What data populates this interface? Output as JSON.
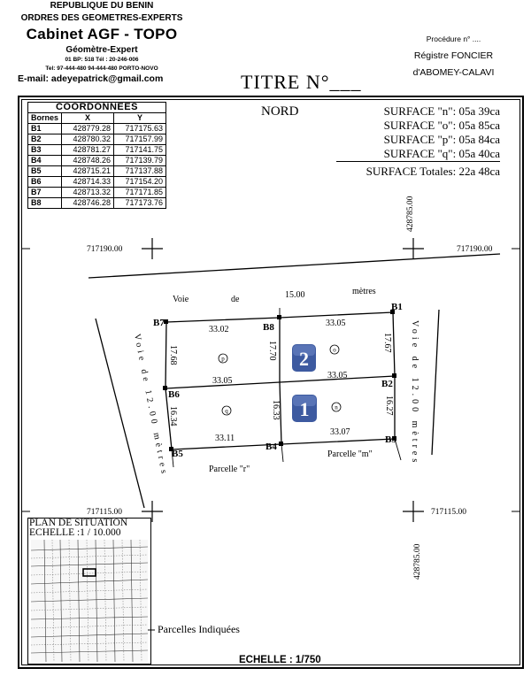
{
  "header": {
    "republic": "REPUBLIQUE DU BENIN",
    "order": "ORDRES DES GEOMETRES-EXPERTS",
    "cabinet": "Cabinet AGF - TOPO",
    "profession": "Géomètre-Expert",
    "bp": "01 BP: 518 Tél : 20-246-006",
    "tel": "Tel: 97-444-480 94-444-480 PORTO-NOVO",
    "email": "E-mail: adeyepatrick@gmail.com"
  },
  "procedure": {
    "label": "Procédure n° ....",
    "registre": "Régistre FONCIER",
    "commune": "d'ABOMEY-CALAVI"
  },
  "titre": "TITRE N°___",
  "coordinates": {
    "title": "COORDONNEES",
    "headers": [
      "Bornes",
      "X",
      "Y"
    ],
    "rows": [
      [
        "B1",
        "428779.28",
        "717175.63"
      ],
      [
        "B2",
        "428780.32",
        "717157.99"
      ],
      [
        "B3",
        "428781.27",
        "717141.75"
      ],
      [
        "B4",
        "428748.26",
        "717139.79"
      ],
      [
        "B5",
        "428715.21",
        "717137.88"
      ],
      [
        "B6",
        "428714.33",
        "717154.20"
      ],
      [
        "B7",
        "428713.32",
        "717171.85"
      ],
      [
        "B8",
        "428746.28",
        "717173.76"
      ]
    ]
  },
  "nord": "NORD",
  "surfaces": [
    {
      "label": "SURFACE \"n\":",
      "value": "05a 39ca"
    },
    {
      "label": "SURFACE \"o\":",
      "value": "05a 85ca"
    },
    {
      "label": "SURFACE \"p\":",
      "value": "05a 84ca"
    },
    {
      "label": "SURFACE \"q\":",
      "value": "05a 40ca"
    }
  ],
  "total": {
    "label": "SURFACE Totales:",
    "value": "22a 48ca"
  },
  "grid": {
    "y_top": "717190.00",
    "y_bottom": "717115.00",
    "x_value": "428785.00"
  },
  "roads": {
    "north": [
      "Voie",
      "de",
      "15.00",
      "mètres"
    ],
    "west": "Voie de 12.00 mètres",
    "east": "Voie de 12.00 mètres"
  },
  "bornes": {
    "b1": "B1",
    "b2": "B2",
    "b3": "B3",
    "b4": "B4",
    "b5": "B5",
    "b6": "B6",
    "b7": "B7",
    "b8": "B8"
  },
  "dimensions": {
    "b7_b8": "33.02",
    "b8_b1": "33.05",
    "b7_b6": "17.68",
    "b8_mid": "17.70",
    "b1_b2": "17.67",
    "b6_mid": "33.05",
    "mid_b2": "33.05",
    "b6_b5": "16.34",
    "mid_b4": "16.33",
    "b2_b3": "16.27",
    "b5_b4": "33.11",
    "b4_b3": "33.07"
  },
  "lots": {
    "p": "p",
    "o": "o",
    "q": "q",
    "n": "n"
  },
  "badges": {
    "two": "2",
    "one": "1"
  },
  "neighbors": {
    "r": "Parcelle \"r\"",
    "m": "Parcelle \"m\""
  },
  "situation": {
    "title_line1": "PLAN DE SITUATION",
    "title_line2": "ECHELLE :1 / 10.000",
    "indicated": "Parcelles Indiquées"
  },
  "scale": "ECHELLE : 1/750",
  "colors": {
    "badge": "#3d5aa0"
  }
}
